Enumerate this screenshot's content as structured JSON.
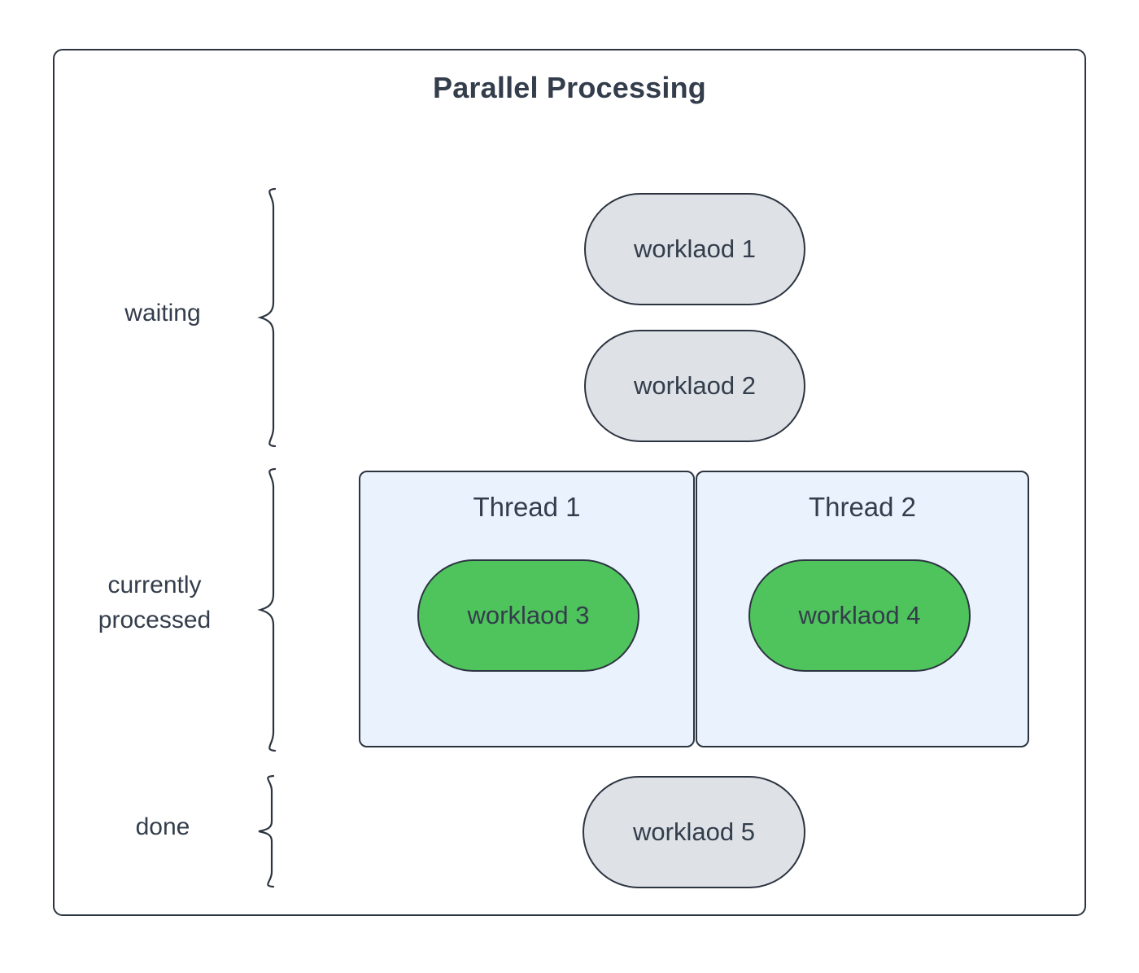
{
  "diagram": {
    "title": "Parallel Processing",
    "frame_border_color": "#2c3440",
    "background_color": "#ffffff",
    "text_color": "#333d4b"
  },
  "stages": [
    {
      "id": "waiting",
      "label": "waiting"
    },
    {
      "id": "processing",
      "label": "currently\nprocessed"
    },
    {
      "id": "done",
      "label": "done"
    }
  ],
  "threads": [
    {
      "id": "thread-1",
      "label": "Thread 1"
    },
    {
      "id": "thread-2",
      "label": "Thread 2"
    }
  ],
  "workloads": [
    {
      "id": "w1",
      "label": "worklaod 1",
      "stage": "waiting",
      "state": "waiting",
      "color": "#dee2e7"
    },
    {
      "id": "w2",
      "label": "worklaod 2",
      "stage": "waiting",
      "state": "waiting",
      "color": "#dee2e7"
    },
    {
      "id": "w3",
      "label": "worklaod 3",
      "stage": "processing",
      "state": "active",
      "color": "#4fc45c",
      "thread": "Thread 1"
    },
    {
      "id": "w4",
      "label": "worklaod 4",
      "stage": "processing",
      "state": "active",
      "color": "#4fc45c",
      "thread": "Thread 2"
    },
    {
      "id": "w5",
      "label": "worklaod 5",
      "stage": "done",
      "state": "done",
      "color": "#dee2e7"
    }
  ],
  "colors": {
    "waiting_pill": "#dee2e7",
    "active_pill": "#4fc45c",
    "thread_container": "#eaf2fe",
    "stroke": "#2c3440",
    "text": "#333d4b"
  }
}
